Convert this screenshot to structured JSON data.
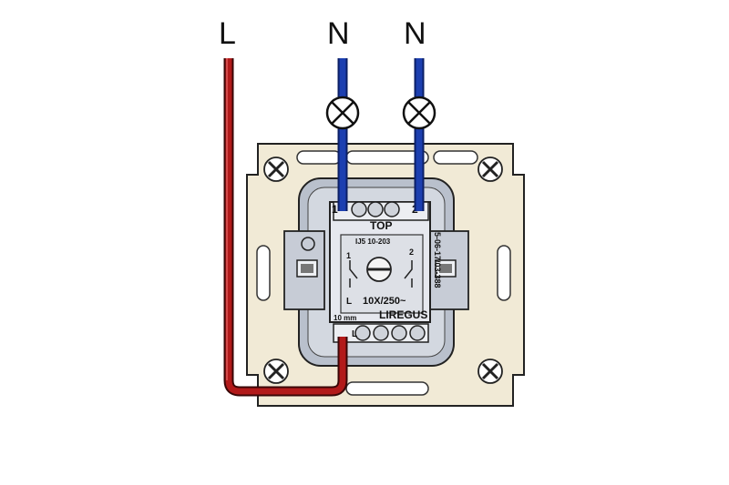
{
  "labels": {
    "live": "L",
    "neutral_1": "N",
    "neutral_2": "N"
  },
  "device": {
    "orientation_text": "TOP",
    "model_text": "IJ5 10-203",
    "rating_text": "10X/250~",
    "brand_text": "LIREGUS",
    "strip_length_text": "10 mm",
    "terminal_1": "1",
    "terminal_2": "2",
    "terminal_L": "L",
    "diagram_contact_1": "1",
    "diagram_contact_2": "2",
    "diagram_common": "L",
    "side_marking": "5-06-17/03-388"
  },
  "colors": {
    "live_wire": "#b21a1a",
    "neutral_wire": "#1c3fb0",
    "plate": "#f1ead6",
    "body": "#c8ccd4",
    "face": "#e6e8ee"
  }
}
